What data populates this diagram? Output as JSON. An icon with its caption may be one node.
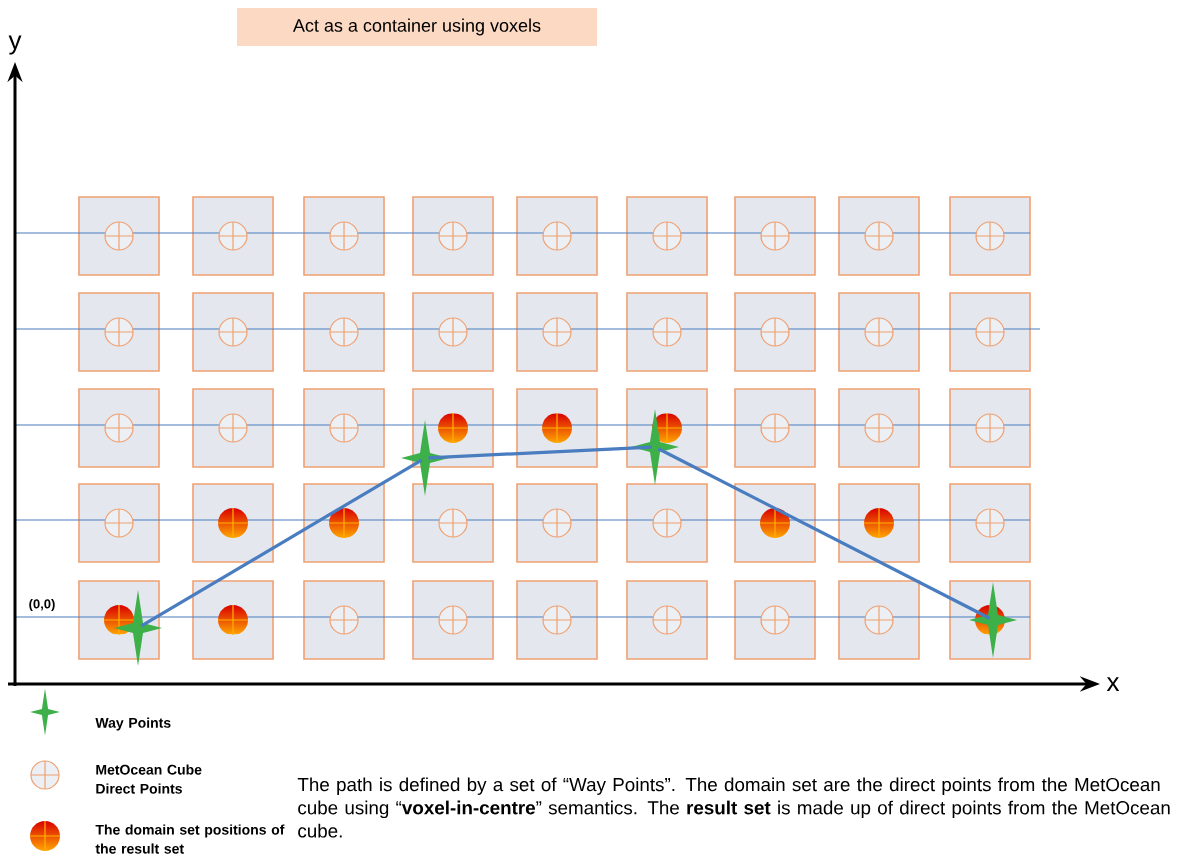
{
  "diagram": {
    "nodes": [
      {
        "text": [
          "Act as a container using voxels"
        ]
      },
      {
        "text": [],
        "shape": "star"
      },
      {
        "text": [],
        "shape": "star"
      },
      {
        "text": [],
        "shape": "star"
      },
      {
        "text": [],
        "shape": "star"
      }
    ],
    "edges": [
      {
        "from": 1,
        "to": 2,
        "arrow": "none"
      },
      {
        "from": 2,
        "to": 3,
        "arrow": "none"
      },
      {
        "from": 3,
        "to": 4,
        "arrow": "none"
      }
    ],
    "labels": [
      "y",
      "x",
      "(0,0)",
      "The path is defined by a set of “Way Points”. The domain set are the direct points from the MetOcean cube using “**voxel-in-centre**” semantics. The **result set** is made up of direct points from the MetOcean cube."
    ],
    "legend": [
      {
        "text": "Way Points"
      },
      {
        "text": "MetOcean Cube Direct Points"
      },
      {
        "text": "The domain set positions of the result set"
      }
    ]
  }
}
